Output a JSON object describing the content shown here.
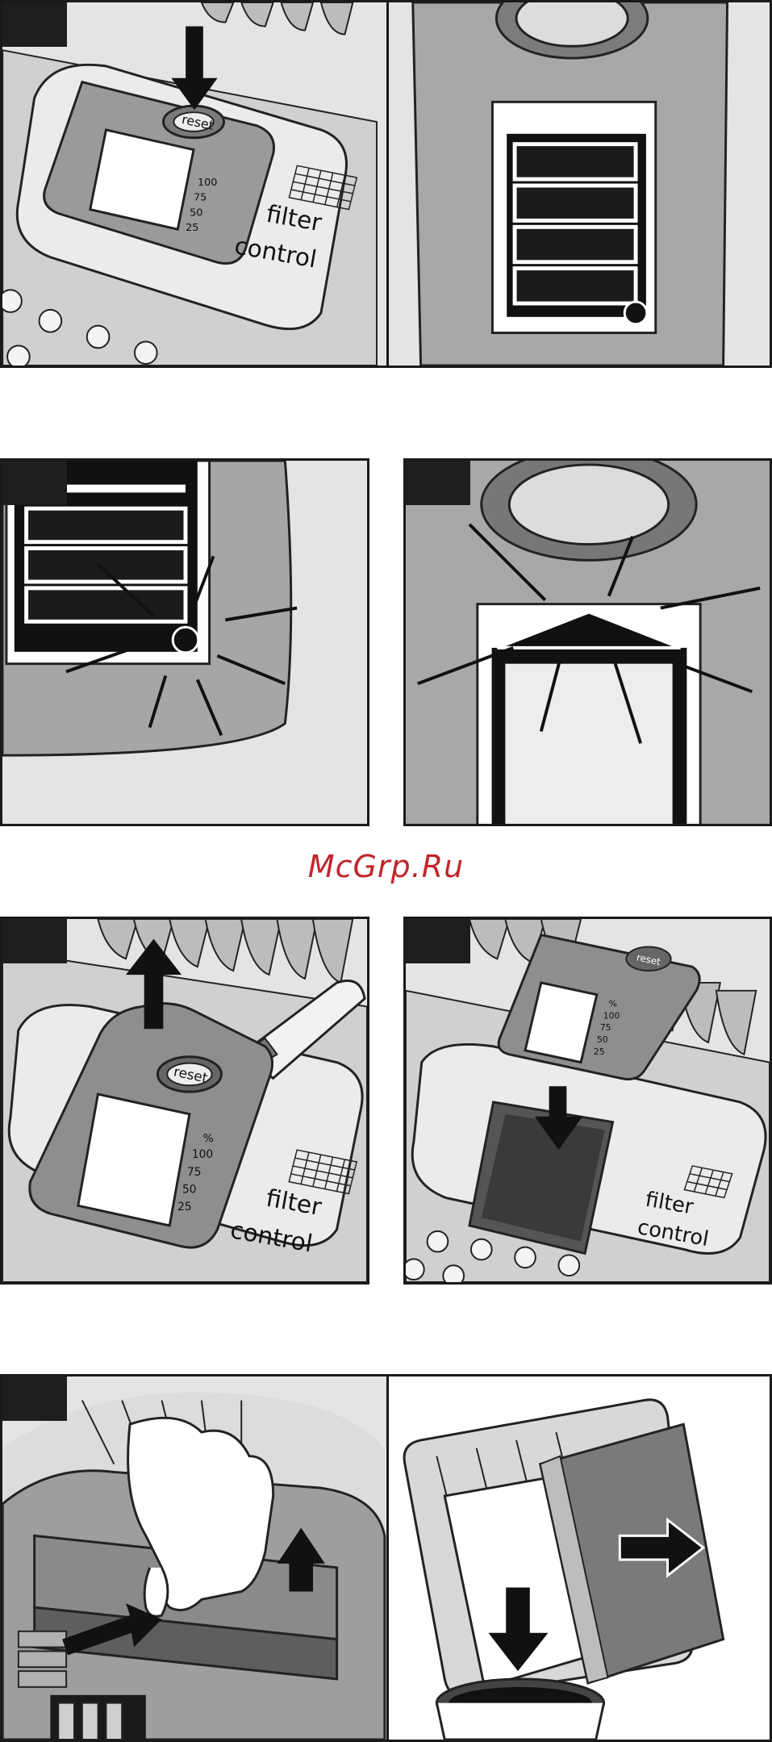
{
  "watermark": "McGrp.Ru",
  "labels": {
    "reset": "reset",
    "filter": "filter",
    "control": "control",
    "percent": "%",
    "scale": [
      "100",
      "75",
      "50",
      "25"
    ]
  },
  "colors": {
    "frame": "#1a1a1a",
    "panel_bg": "#e4e4e4",
    "device_gray": "#9e9e9e",
    "dark_gray": "#5a5a5a",
    "watermark": "#c0262c"
  }
}
